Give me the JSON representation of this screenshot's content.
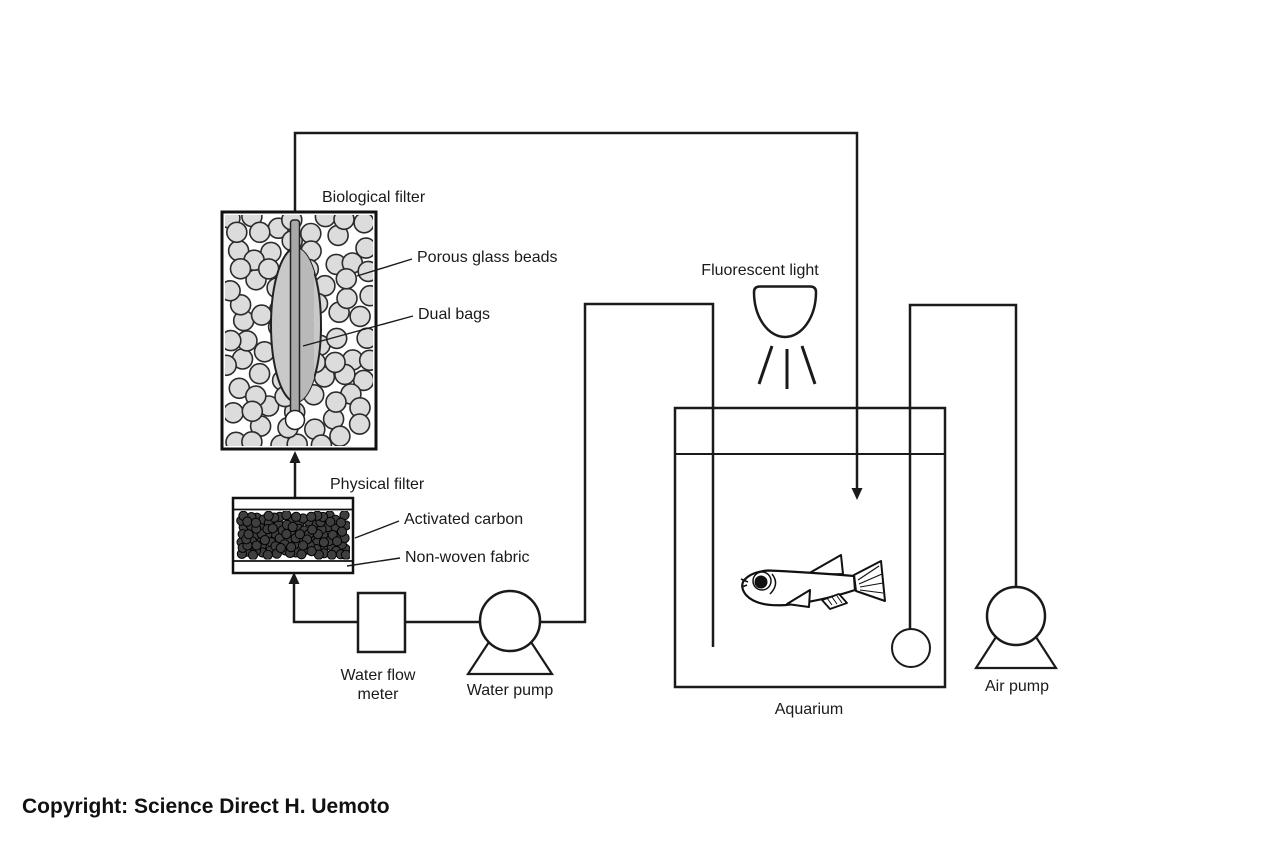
{
  "figure": {
    "labels": {
      "biological_filter": "Biological filter",
      "porous_glass_beads": "Porous glass beads",
      "dual_bags": "Dual bags",
      "physical_filter": "Physical filter",
      "activated_carbon": "Activated carbon",
      "non_woven_fabric": "Non-woven fabric",
      "water_flow_meter": "Water flow meter",
      "water_pump": "Water pump",
      "fluorescent_light": "Fluorescent light",
      "aquarium": "Aquarium",
      "air_pump": "Air pump"
    },
    "copyright": "Copyright: Science Direct H. Uemoto",
    "colors": {
      "line": "#1a1a1a",
      "glass_bead_fill": "#dcdcdc",
      "glass_bead_stroke": "#2b2b2b",
      "carbon_fill": "#3f3f3f",
      "carbon_stroke": "#000000",
      "bag_fill": "#c9c9c9",
      "bag_shade_fill": "#b9b9b9",
      "rod_fill": "#a8a8a8",
      "background": "#ffffff"
    }
  }
}
